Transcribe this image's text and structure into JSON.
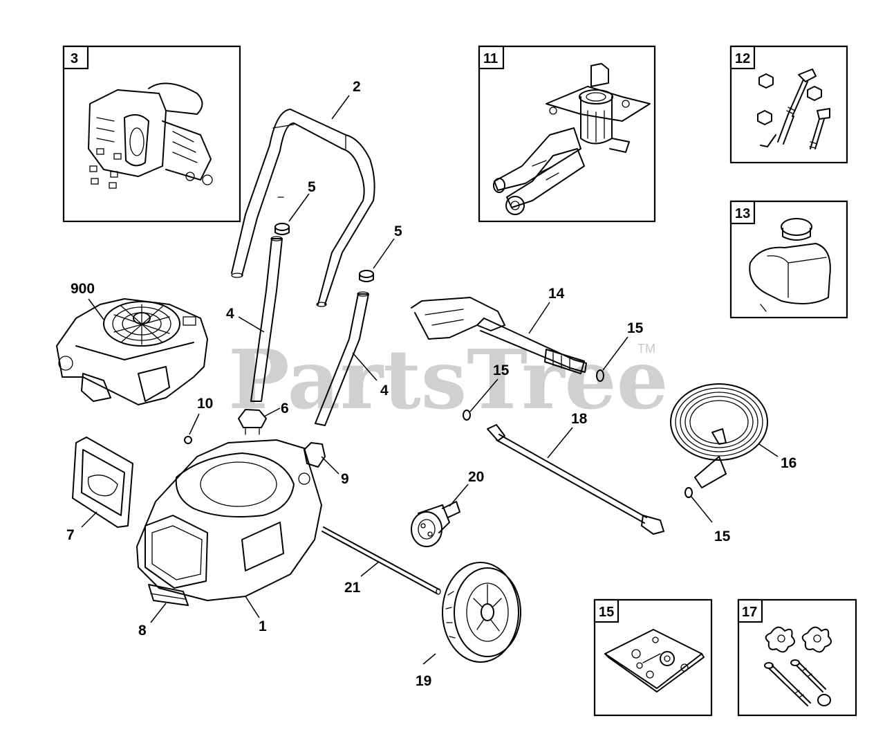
{
  "watermark": {
    "text": "PartsTree",
    "trademark": "TM"
  },
  "inset_boxes": [
    {
      "id": "3"
    },
    {
      "id": "11"
    },
    {
      "id": "12"
    },
    {
      "id": "13"
    },
    {
      "id": "15"
    },
    {
      "id": "17"
    }
  ],
  "callouts": [
    {
      "key": "c900",
      "label": "900"
    },
    {
      "key": "c2",
      "label": "2"
    },
    {
      "key": "c5a",
      "label": "5"
    },
    {
      "key": "c5b",
      "label": "5"
    },
    {
      "key": "c4a",
      "label": "4"
    },
    {
      "key": "c4b",
      "label": "4"
    },
    {
      "key": "c6",
      "label": "6"
    },
    {
      "key": "c9",
      "label": "9"
    },
    {
      "key": "c10",
      "label": "10"
    },
    {
      "key": "c7",
      "label": "7"
    },
    {
      "key": "c8",
      "label": "8"
    },
    {
      "key": "c1",
      "label": "1"
    },
    {
      "key": "c21",
      "label": "21"
    },
    {
      "key": "c19",
      "label": "19"
    },
    {
      "key": "c20",
      "label": "20"
    },
    {
      "key": "c14",
      "label": "14"
    },
    {
      "key": "c15a",
      "label": "15"
    },
    {
      "key": "c15b",
      "label": "15"
    },
    {
      "key": "c15c",
      "label": "15"
    },
    {
      "key": "c18",
      "label": "18"
    },
    {
      "key": "c16",
      "label": "16"
    }
  ],
  "colors": {
    "line": "#000000",
    "watermark": "#c8c8c8",
    "background": "#ffffff"
  }
}
